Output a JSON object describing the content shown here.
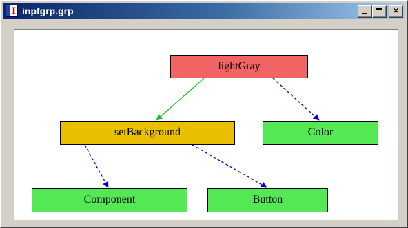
{
  "window": {
    "title": "inpfgrp.grp",
    "app_icon_letter": "I",
    "buttons": [
      "minimize",
      "maximize",
      "close"
    ],
    "close_glyph": "✕"
  },
  "graph": {
    "nodes": [
      {
        "id": "lightGray",
        "label": "lightGray",
        "fill": "#f26464"
      },
      {
        "id": "setBackground",
        "label": "setBackground",
        "fill": "#e8c000"
      },
      {
        "id": "Color",
        "label": "Color",
        "fill": "#55e855"
      },
      {
        "id": "Component",
        "label": "Component",
        "fill": "#55e855"
      },
      {
        "id": "Button",
        "label": "Button",
        "fill": "#55e855"
      }
    ],
    "edges": [
      {
        "from": "lightGray",
        "to": "setBackground",
        "style": "solid",
        "color": "#22bb22"
      },
      {
        "from": "lightGray",
        "to": "Color",
        "style": "dashed",
        "color": "#0000cc"
      },
      {
        "from": "setBackground",
        "to": "Component",
        "style": "dashed",
        "color": "#0000cc"
      },
      {
        "from": "setBackground",
        "to": "Button",
        "style": "dashed",
        "color": "#0000cc"
      }
    ]
  },
  "colors": {
    "titlebar_start": "#0a246a",
    "titlebar_end": "#a6caf0",
    "window_face": "#d4d0c8"
  }
}
